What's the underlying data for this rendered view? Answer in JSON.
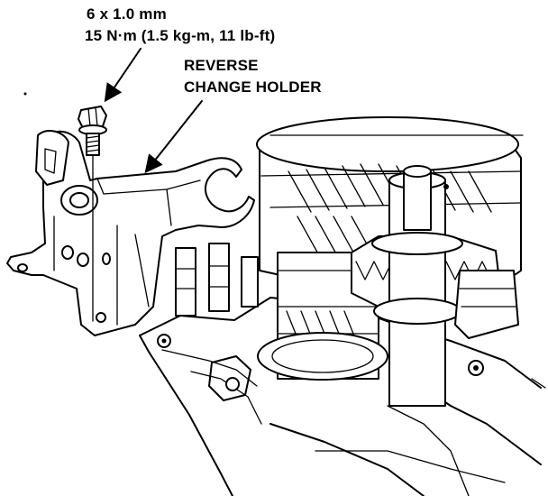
{
  "bolt_spec": {
    "size": "6 x 1.0 mm",
    "torque": "15 N·m (1.5 kg-m, 11 lb-ft)"
  },
  "part_label": {
    "line1": "REVERSE",
    "line2": "CHANGE HOLDER"
  }
}
